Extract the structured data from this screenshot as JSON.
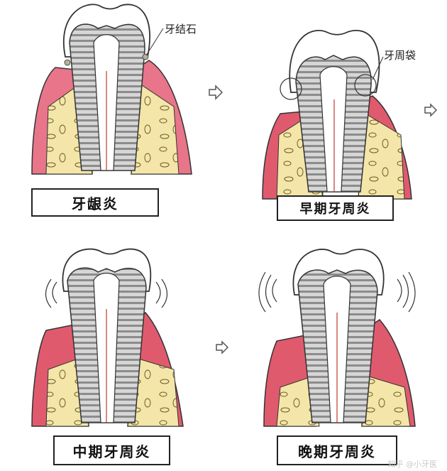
{
  "callouts": {
    "calculus": "牙结石",
    "pocket": "牙周袋"
  },
  "stages": {
    "gingivitis": "牙龈炎",
    "early": "早期牙周炎",
    "middle": "中期牙周炎",
    "late": "晚期牙周炎"
  },
  "watermark": "知乎 @小牙医",
  "colors": {
    "gum": "#e05a6e",
    "gum_light": "#f2a9b6",
    "bone": "#f3e6a8",
    "enamel_stripe": "#9a9a9a",
    "outline": "#333333"
  }
}
